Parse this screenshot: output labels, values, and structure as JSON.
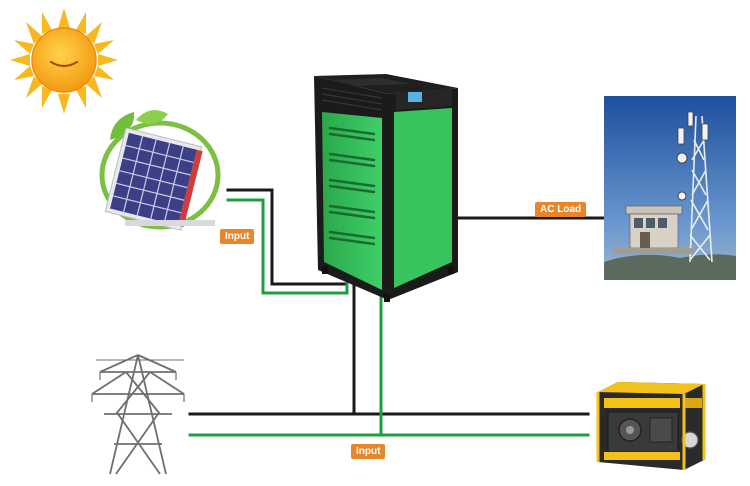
{
  "diagram": {
    "labels": {
      "solar_input": "Input",
      "ac_load": "AC Load",
      "grid_input": "Input"
    },
    "colors": {
      "live_wire": "#1a1a1a",
      "neutral_wire": "#1f9e3f",
      "cabinet_green": "#34c05a",
      "cabinet_frame": "#1b1b1b",
      "label_bg": "#e8872a",
      "sun": "#f7b91f",
      "sky": "#2f66b3",
      "generator_yellow": "#f2c21b"
    },
    "icons": [
      "sun-icon",
      "solar-panel-icon",
      "inverter-cabinet",
      "telecom-tower-photo",
      "power-pylon-icon",
      "generator-icon"
    ]
  }
}
